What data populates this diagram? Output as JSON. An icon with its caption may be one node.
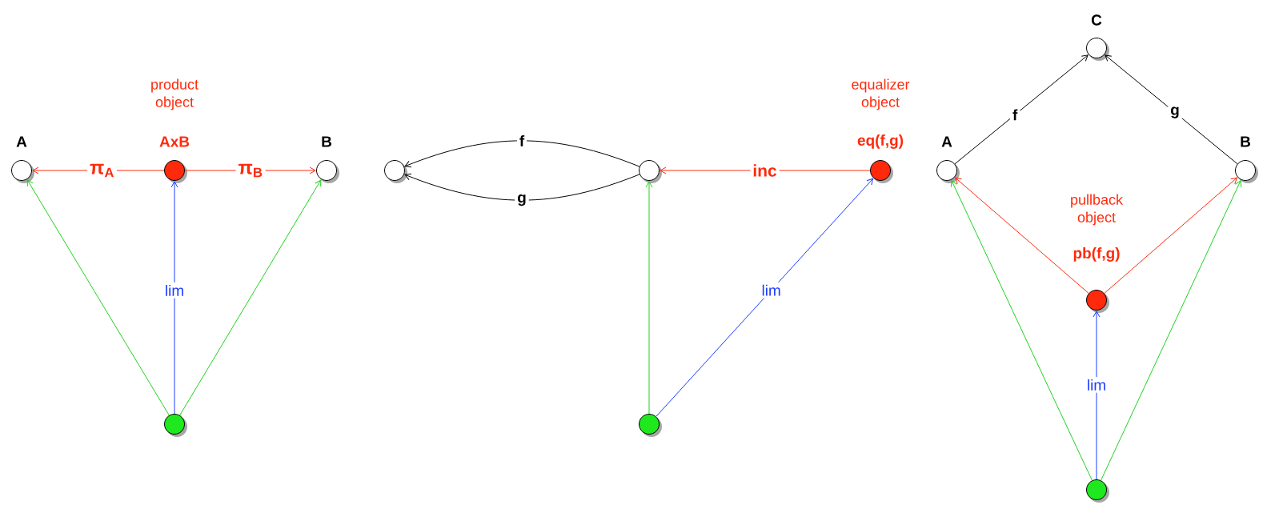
{
  "diagram": {
    "nodes": [
      {
        "text": [
          "A"
        ]
      },
      {
        "text": [
          "AxB"
        ],
        "beside": [
          "product object"
        ]
      },
      {
        "text": [
          "B"
        ]
      },
      {
        "text": [],
        "shape": "circle"
      },
      {
        "text": [],
        "shape": "circle"
      },
      {
        "text": [],
        "shape": "circle"
      },
      {
        "text": [
          "eq(f,g)"
        ],
        "beside": [
          "equalizer object"
        ]
      },
      {
        "text": [],
        "shape": "circle"
      },
      {
        "text": [
          "C"
        ]
      },
      {
        "text": [
          "A"
        ]
      },
      {
        "text": [
          "B"
        ]
      },
      {
        "text": [
          "pb(f,g)"
        ]
      },
      {
        "text": [],
        "shape": "circle"
      }
    ],
    "edges": [
      {
        "from": 1,
        "to": 0,
        "arrow": "to",
        "label": "π$_{A}$",
        "color": "#ff2a0c"
      },
      {
        "from": 1,
        "to": 2,
        "arrow": "to",
        "label": "π$_{B}$",
        "color": "#ff2a0c"
      },
      {
        "from": 3,
        "to": 0,
        "arrow": "to",
        "color": "#1fd11f"
      },
      {
        "from": 3,
        "to": 1,
        "arrow": "to",
        "label": "lim",
        "color": "#1a3cff"
      },
      {
        "from": 3,
        "to": 2,
        "arrow": "to",
        "color": "#1fd11f"
      },
      {
        "from": 5,
        "to": 4,
        "arrow": "to",
        "label": "f",
        "color": "#000000"
      },
      {
        "from": 5,
        "to": 4,
        "arrow": "to",
        "label": "g",
        "color": "#000000"
      },
      {
        "from": 6,
        "to": 5,
        "arrow": "to",
        "label": "inc",
        "color": "#ff2a0c"
      },
      {
        "from": 7,
        "to": 5,
        "arrow": "to",
        "color": "#1fd11f"
      },
      {
        "from": 7,
        "to": 6,
        "arrow": "to",
        "label": "lim",
        "color": "#1a3cff"
      },
      {
        "from": 9,
        "to": 8,
        "arrow": "to",
        "label": "f",
        "color": "#000000"
      },
      {
        "from": 10,
        "to": 8,
        "arrow": "to",
        "label": "g",
        "color": "#000000"
      },
      {
        "from": 11,
        "to": 9,
        "arrow": "to",
        "color": "#ff2a0c"
      },
      {
        "from": 11,
        "to": 10,
        "arrow": "to",
        "color": "#ff2a0c"
      },
      {
        "from": 12,
        "to": 9,
        "arrow": "to",
        "color": "#1fd11f"
      },
      {
        "from": 12,
        "to": 11,
        "arrow": "to",
        "label": "lim",
        "color": "#1a3cff"
      },
      {
        "from": 12,
        "to": 10,
        "arrow": "to",
        "color": "#1fd11f"
      }
    ],
    "labels": [
      "pullback object"
    ]
  }
}
